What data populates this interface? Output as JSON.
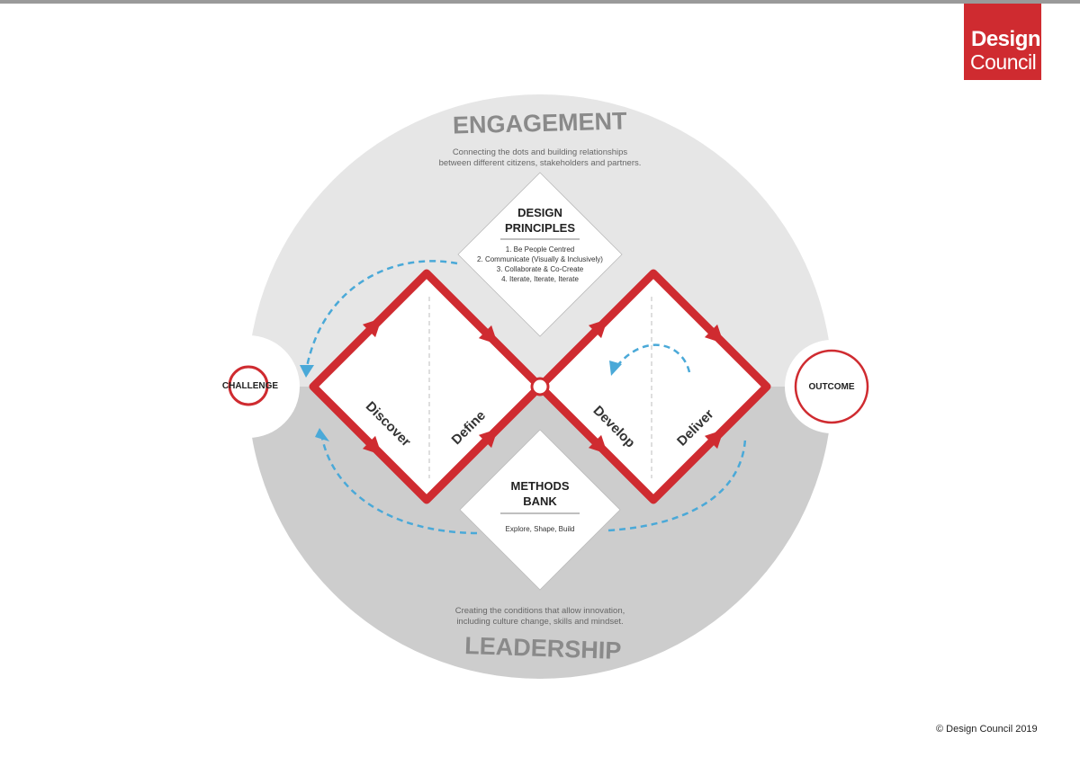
{
  "logo": {
    "line1": "Design",
    "line2": "Council"
  },
  "engagement": {
    "title": "ENGAGEMENT",
    "desc_line1": "Connecting the dots and building relationships",
    "desc_line2": "between different citizens, stakeholders and partners."
  },
  "leadership": {
    "title": "LEADERSHIP",
    "desc_line1": "Creating the conditions that allow innovation,",
    "desc_line2": "including culture change, skills and mindset."
  },
  "design_principles": {
    "title_line1": "DESIGN",
    "title_line2": "PRINCIPLES",
    "items": [
      "1. Be People Centred",
      "2. Communicate (Visually & Inclusively)",
      "3. Collaborate & Co-Create",
      "4. Iterate, Iterate, Iterate"
    ]
  },
  "methods_bank": {
    "title_line1": "METHODS",
    "title_line2": "BANK",
    "subtitle": "Explore, Shape, Build"
  },
  "challenge": "CHALLENGE",
  "outcome": "OUTCOME",
  "phases": {
    "discover": "Discover",
    "define": "Define",
    "develop": "Develop",
    "deliver": "Deliver"
  },
  "copyright": "© Design Council 2019",
  "colors": {
    "red": "#cf2b30",
    "blue": "#4aa9d8",
    "engagement_bg": "#e6e6e6",
    "leadership_bg": "#cdcdcd",
    "heading": "#8a8a8a"
  }
}
